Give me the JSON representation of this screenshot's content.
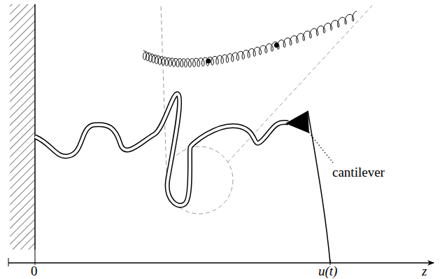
{
  "diagram": {
    "labels": [
      "cantilever",
      "0",
      "u(t)",
      "z"
    ]
  }
}
